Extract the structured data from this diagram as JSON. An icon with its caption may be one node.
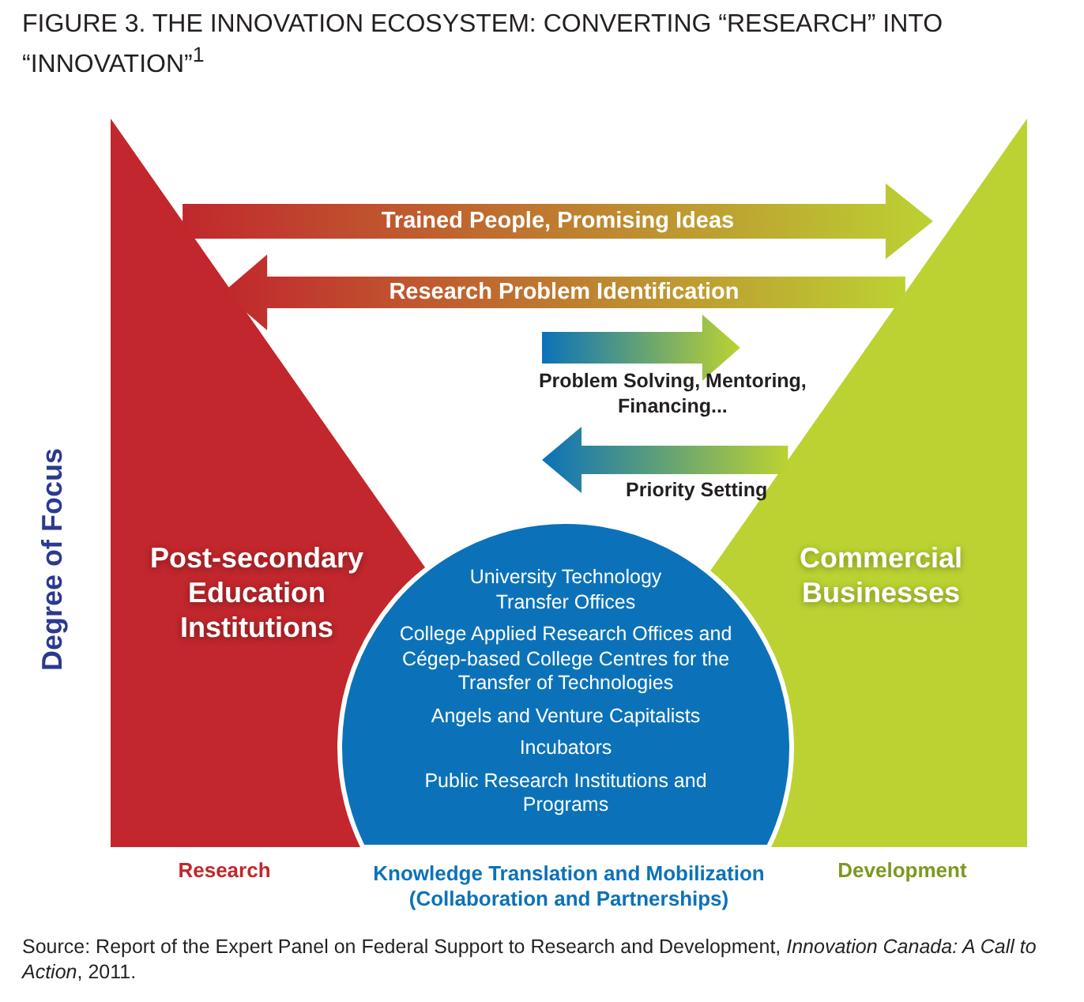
{
  "diagram": {
    "title": "FIGURE 3. THE INNOVATION ECOSYSTEM: CONVERTING “RESEARCH” INTO “INNOVATION”$^{1}$",
    "caption": "Source: Report of the Expert Panel on Federal Support to Research and Development, *Innovation Canada: A Call to Action*, 2011.",
    "nodes": [
      {
        "text": [
          "Post-secondary Education Institutions"
        ]
      },
      {
        "text": [
          "University Technology Transfer Offices",
          "College Applied Research Offices and Cégep-based College Centres for the Transfer of Technologies",
          "Angels and Venture Capitalists",
          "Incubators",
          "Public Research Institutions and Programs"
        ]
      },
      {
        "text": [
          "Commercial Businesses"
        ]
      }
    ],
    "edges": [
      {
        "from": 0,
        "to": 2,
        "arrow": "to",
        "label": "Trained People, Promising Ideas"
      },
      {
        "from": 2,
        "to": 0,
        "arrow": "to",
        "label": "Research Problem Identification"
      },
      {
        "from": 1,
        "to": 2,
        "arrow": "to",
        "label": "Problem Solving, Mentoring, Financing..."
      },
      {
        "from": 2,
        "to": 1,
        "arrow": "to",
        "label": "Priority Setting"
      }
    ],
    "labels": [
      "Degree of Focus",
      "Research",
      "Knowledge Translation and Mobilization (Collaboration and Partnerships)",
      "Development"
    ]
  }
}
